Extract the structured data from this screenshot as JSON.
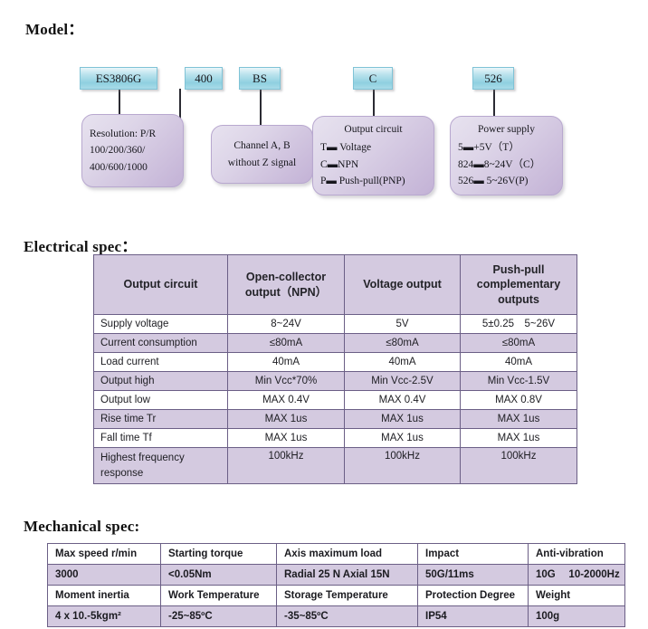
{
  "headings": {
    "model": "Model：",
    "electrical": "Electrical spec：",
    "mechanical": "Mechanical spec:"
  },
  "model_diagram": {
    "code_boxes": [
      {
        "name": "series",
        "label": "ES3806G"
      },
      {
        "name": "resolution",
        "label": "400"
      },
      {
        "name": "channel",
        "label": "BS"
      },
      {
        "name": "output",
        "label": "C"
      },
      {
        "name": "power",
        "label": "526"
      }
    ],
    "desc_boxes": [
      {
        "name": "resolution-desc",
        "lines": [
          "Resolution: P/R",
          "100/200/360/",
          "400/600/1000"
        ]
      },
      {
        "name": "channel-desc",
        "lines": [
          "Channel A, B",
          "without Z signal"
        ]
      },
      {
        "name": "output-circuit-desc",
        "title": "Output circuit",
        "lines": [
          "T▬ Voltage",
          "C▬NPN",
          "P▬ Push-pull(PNP)"
        ]
      },
      {
        "name": "power-supply-desc",
        "title": "Power supply",
        "lines": [
          "5▬+5V（T）",
          "824▬8~24V（C）",
          "526▬ 5~26V(P)"
        ]
      }
    ]
  },
  "electrical_table": {
    "headers": [
      "Output circuit",
      "Open-collector\noutput（NPN）",
      "Voltage output",
      "Push-pull\ncomplementary\noutputs"
    ],
    "headers_display": {
      "c0": "Output circuit",
      "c1_l1": "Open-collector",
      "c1_l2": "output（NPN）",
      "c2": "Voltage output",
      "c3_l1": "Push-pull",
      "c3_l2": "complementary",
      "c3_l3": "outputs"
    },
    "rows": [
      {
        "label": "Supply voltage",
        "values": [
          "8~24V",
          "5V",
          "5±0.25 5~26V"
        ],
        "shaded": false
      },
      {
        "label": "Current consumption",
        "values": [
          "≤80mA",
          "≤80mA",
          "≤80mA"
        ],
        "shaded": true
      },
      {
        "label": "Load current",
        "values": [
          "40mA",
          "40mA",
          "40mA"
        ],
        "shaded": false
      },
      {
        "label": "Output high",
        "values": [
          "Min Vcc*70%",
          "Min Vcc-2.5V",
          "Min Vcc-1.5V"
        ],
        "shaded": true
      },
      {
        "label": "Output low",
        "values": [
          "MAX 0.4V",
          "MAX 0.4V",
          "MAX 0.8V"
        ],
        "shaded": false
      },
      {
        "label": "Rise time Tr",
        "values": [
          "MAX 1us",
          "MAX 1us",
          "MAX 1us"
        ],
        "shaded": true
      },
      {
        "label": "Fall time Tf",
        "values": [
          "MAX 1us",
          "MAX 1us",
          "MAX 1us"
        ],
        "shaded": false
      },
      {
        "label_l1": "Highest frequency",
        "label_l2": "response",
        "values": [
          "100kHz",
          "100kHz",
          "100kHz"
        ],
        "shaded": true
      }
    ]
  },
  "mechanical_table": {
    "rows": [
      {
        "shaded": false,
        "cells": [
          "Max speed r/min",
          "Starting torque",
          "Axis maximum load",
          "Impact",
          "Anti-vibration"
        ]
      },
      {
        "shaded": true,
        "cells": [
          "3000",
          "<0.05Nm",
          "Radial 25 N Axial 15N",
          "50G/11ms",
          "10G  10-2000Hz"
        ]
      },
      {
        "shaded": false,
        "cells": [
          "Moment inertia",
          "Work Temperature",
          "Storage Temperature",
          "Protection Degree",
          "Weight"
        ]
      },
      {
        "shaded": true,
        "cells": [
          "4 x 10.-5kgm²",
          "-25~85ºC",
          "-35~85ºC",
          "IP54",
          "100g"
        ]
      }
    ]
  },
  "colors": {
    "code_box_accent": "#8fd0e0",
    "desc_box_accent": "#c3b2d6",
    "table_shade": "#d4cae0",
    "table_border": "#6b5f86"
  }
}
